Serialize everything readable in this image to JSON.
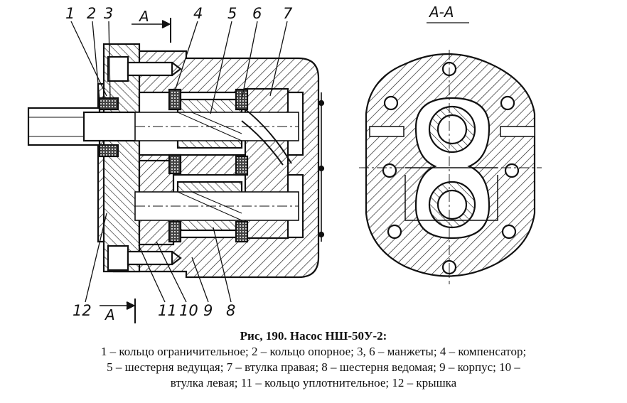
{
  "figure": {
    "callouts": [
      "1",
      "2",
      "3",
      "4",
      "5",
      "6",
      "7",
      "12",
      "11",
      "10",
      "9",
      "8"
    ],
    "section_marker": "A",
    "section_view_title": "A-A"
  },
  "caption": {
    "title": "Рис, 190. Насос НШ-50У-2:",
    "line1": "1 – кольцо ограничительное; 2 – кольцо опорное; 3, 6 – манжеты; 4 – компенсатор;",
    "line2": "5 – шестерня ведущая; 7 – втулка правая; 8 – шестерня ведомая; 9 – корпус; 10 –",
    "line3": "втулка левая; 11 – кольцо уплотнительное; 12 – крышка"
  }
}
